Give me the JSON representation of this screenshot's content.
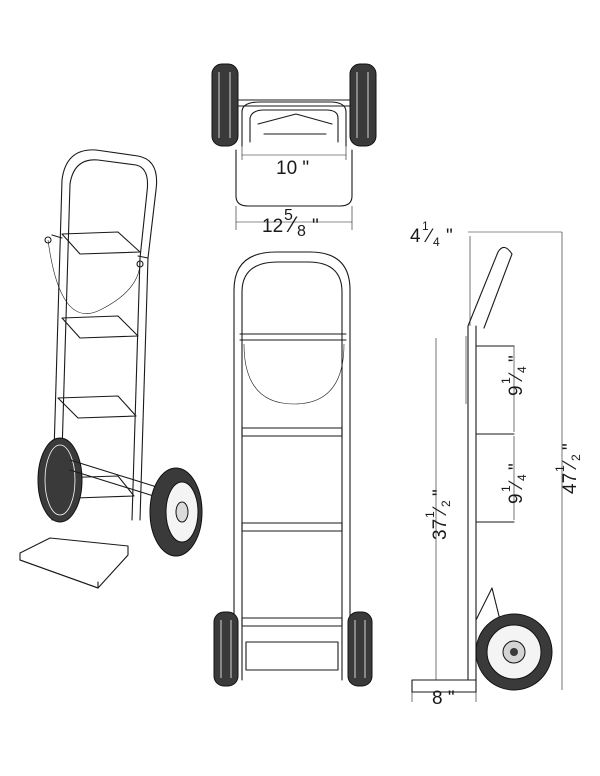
{
  "dimensions": {
    "axle_width": "10 \"",
    "overall_width_whole": "12",
    "overall_width_num": "5",
    "overall_width_den": "8",
    "overall_width_unit": "\"",
    "handle_depth_whole": "4",
    "handle_depth_num": "1",
    "handle_depth_den": "4",
    "handle_depth_unit": "\"",
    "upper_spacing_whole": "9",
    "upper_spacing_num": "1",
    "upper_spacing_den": "4",
    "upper_spacing_unit": "\"",
    "lower_spacing_whole": "9",
    "lower_spacing_num": "1",
    "lower_spacing_den": "4",
    "lower_spacing_unit": "\"",
    "nose_height_whole": "37",
    "nose_height_num": "1",
    "nose_height_den": "2",
    "nose_height_unit": "\"",
    "overall_height_whole": "47",
    "overall_height_num": "1",
    "overall_height_den": "2",
    "overall_height_unit": "\"",
    "nose_depth": "8 \""
  }
}
